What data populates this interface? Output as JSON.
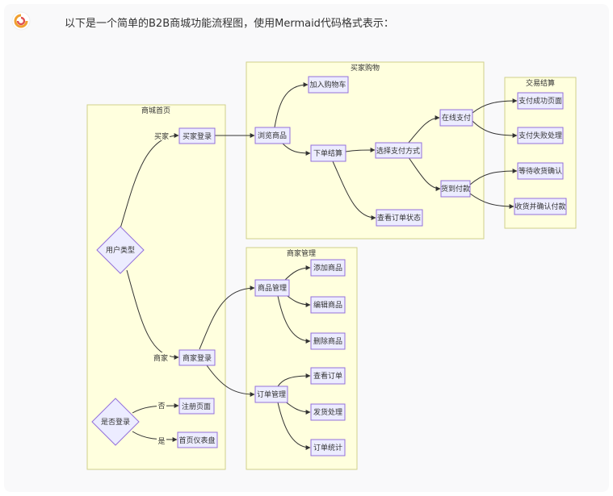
{
  "message": "以下是一个简单的B2B商城功能流程图，使用Mermaid代码格式表示：",
  "clusters": {
    "home": "商城首页",
    "buyer": "买家购物",
    "seller": "商家管理",
    "trade": "交易结算"
  },
  "nodes": {
    "user_type": "用户类型",
    "buyer_login": "买家登录",
    "seller_login": "商家登录",
    "is_logged_in": "是否登录",
    "register": "注册页面",
    "dashboard": "首页仪表盘",
    "browse": "浏览商品",
    "add_cart": "加入购物车",
    "place_order": "下单结算",
    "choose_payment": "选择支付方式",
    "view_order_status": "查看订单状态",
    "online_pay": "在线支付",
    "cod": "货到付款",
    "pay_success": "支付成功页面",
    "pay_fail": "支付失败处理",
    "await_confirm": "等待收货确认",
    "confirm_receive_pay": "收货并确认付款",
    "product_mgmt": "商品管理",
    "add_product": "添加商品",
    "edit_product": "编辑商品",
    "delete_product": "删除商品",
    "order_mgmt": "订单管理",
    "view_orders": "查看订单",
    "ship": "发货处理",
    "order_stats": "订单统计"
  },
  "edge_labels": {
    "buyer": "买家",
    "seller": "商家",
    "no": "否",
    "yes": "是"
  },
  "colors": {
    "cluster_fill": "#ffffde",
    "cluster_stroke": "#d0d08a",
    "node_fill": "#ececff",
    "node_stroke": "#9370db",
    "edge": "#333333"
  },
  "icons": {
    "assistant_avatar": "assistant-logo-icon"
  }
}
